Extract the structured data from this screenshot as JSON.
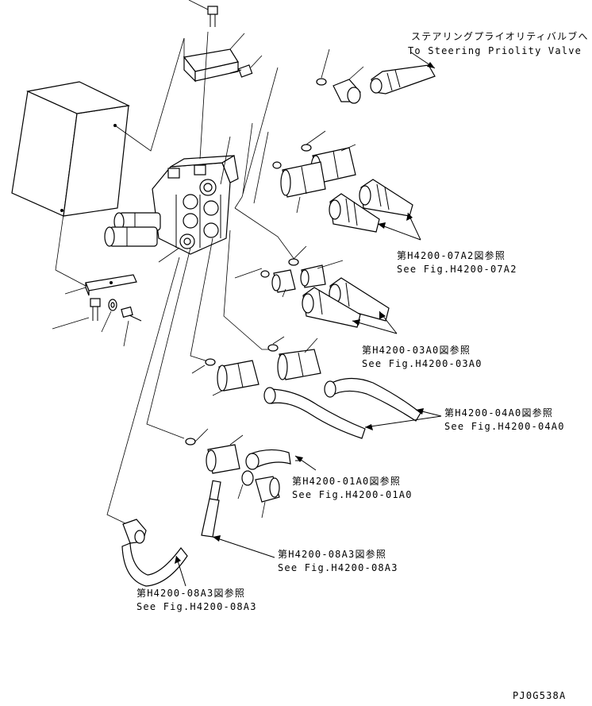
{
  "callouts": {
    "steering_jp": "ステアリングプライオリティバルブへ",
    "steering_en": "To Steering Priolity Valve",
    "h07a2_jp": "第H4200-07A2図参照",
    "h07a2_en": "See Fig.H4200-07A2",
    "h03a0_jp": "第H4200-03A0図参照",
    "h03a0_en": "See Fig.H4200-03A0",
    "h04a0_jp": "第H4200-04A0図参照",
    "h04a0_en": "See Fig.H4200-04A0",
    "h01a0_jp": "第H4200-01A0図参照",
    "h01a0_en": "See Fig.H4200-01A0",
    "h08a3_right_jp": "第H4200-08A3図参照",
    "h08a3_right_en": "See Fig.H4200-08A3",
    "h08a3_left_jp": "第H4200-08A3図参照",
    "h08a3_left_en": "See Fig.H4200-08A3"
  },
  "drawing_code": "PJ0G538A"
}
